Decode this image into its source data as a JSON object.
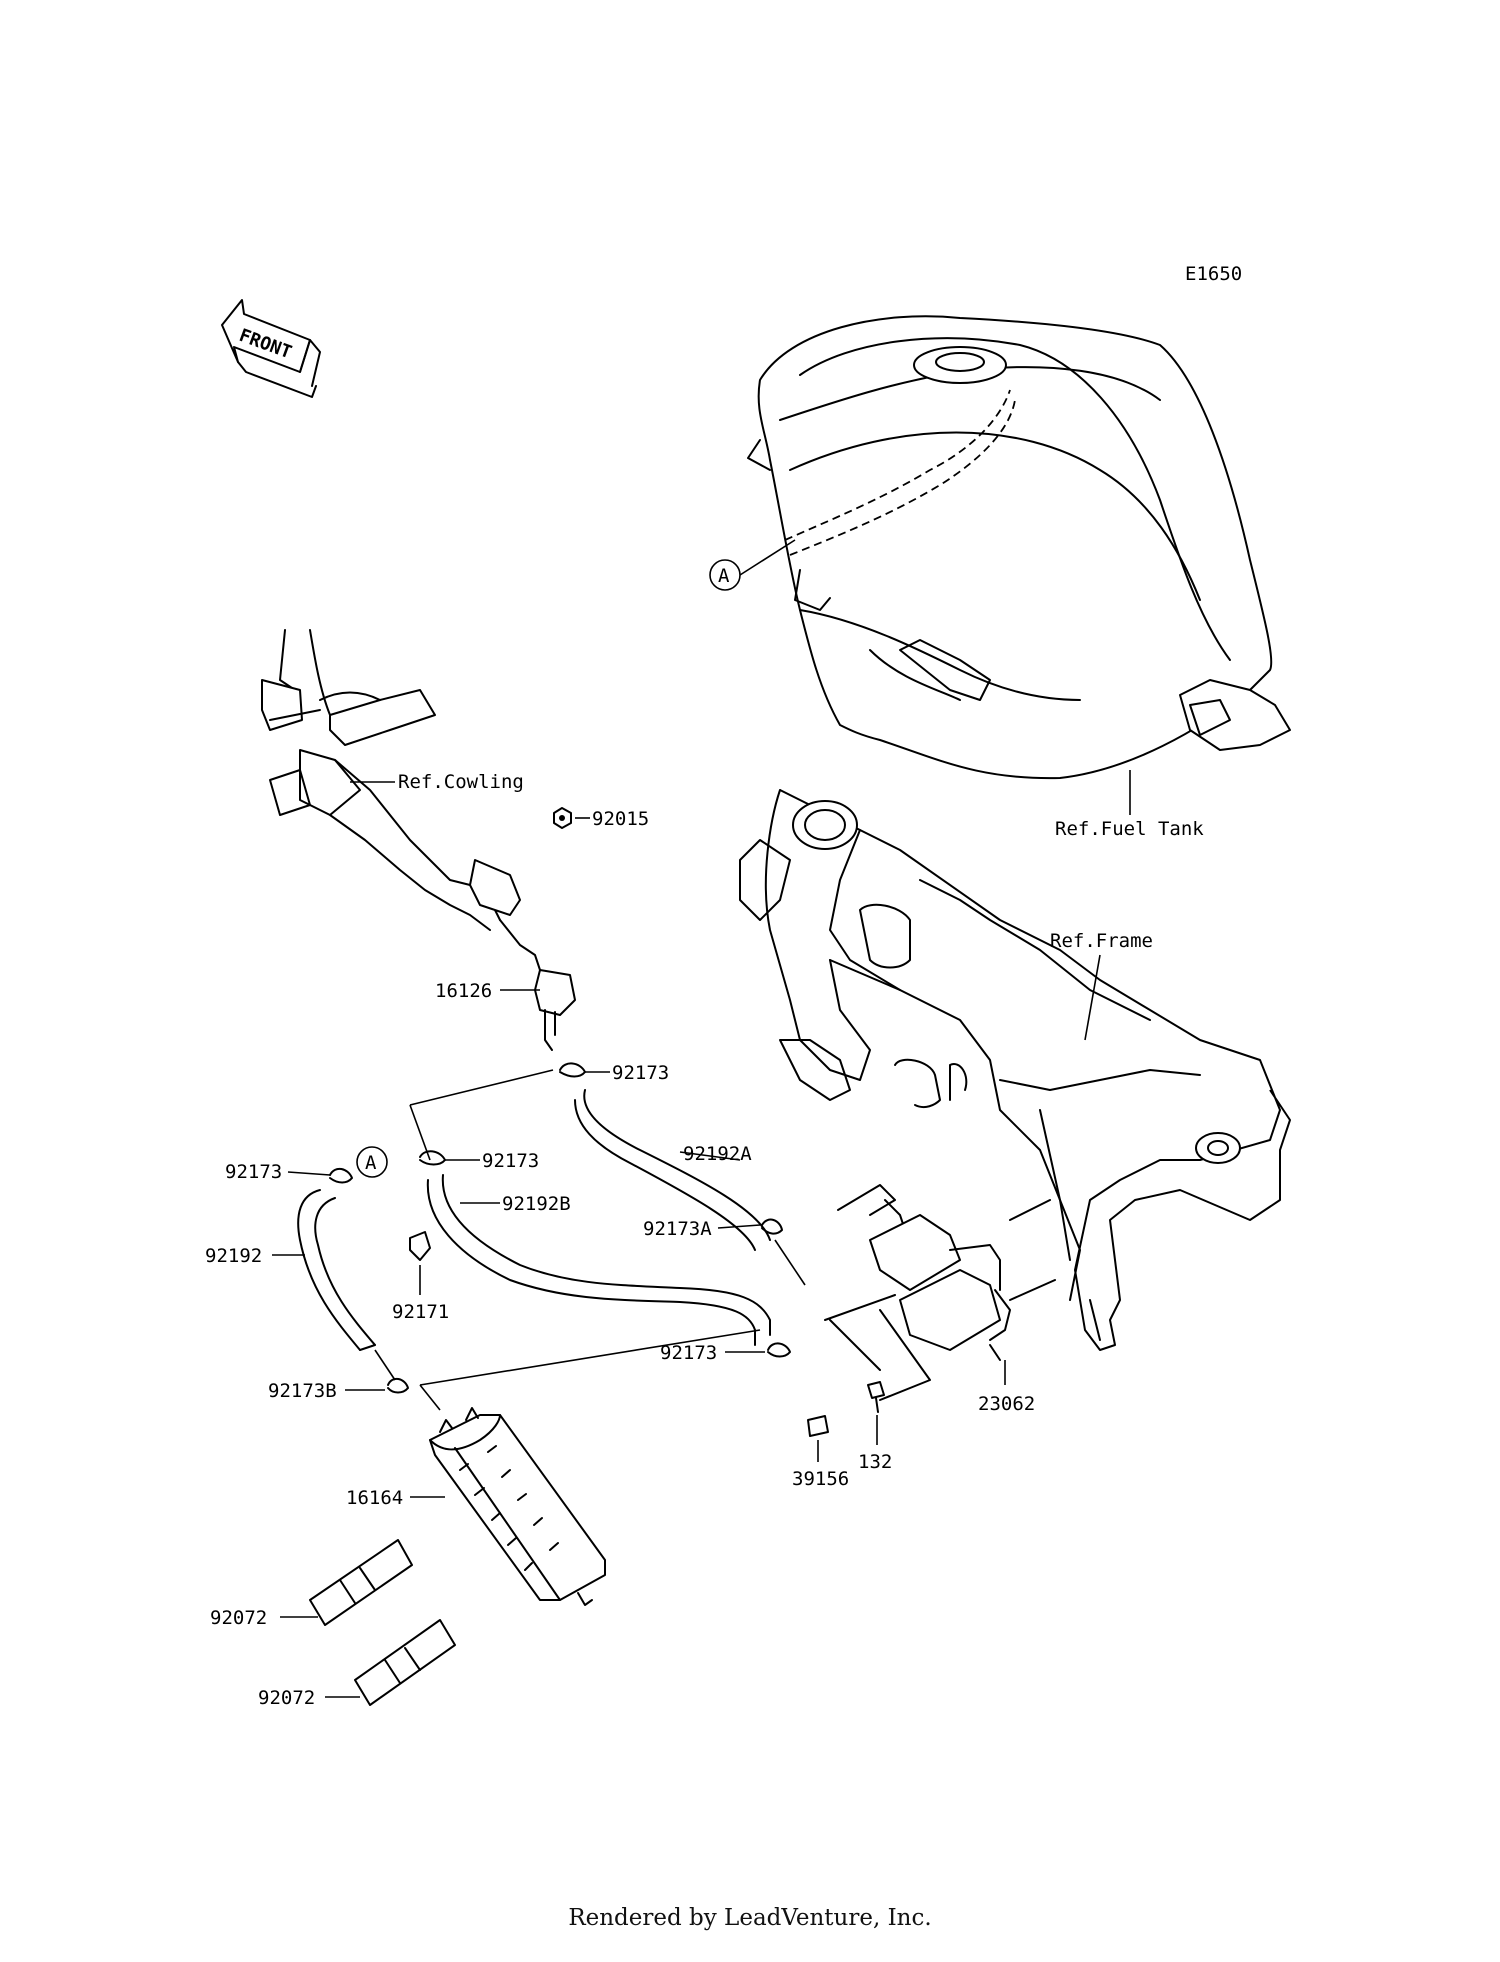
{
  "diagram_id": "E1650",
  "front_arrow_text": "FRONT",
  "labels": {
    "ref_cowling": "Ref.Cowling",
    "ref_fuel_tank": "Ref.Fuel Tank",
    "ref_frame": "Ref.Frame",
    "p92015": "92015",
    "p16126": "16126",
    "p92173_top": "92173",
    "p92173_mid": "92173",
    "p92173_left": "92173",
    "p92192A": "92192A",
    "p92192B": "92192B",
    "p92192": "92192",
    "p92171": "92171",
    "p92173A": "92173A",
    "p92173_low": "92173",
    "p92173B": "92173B",
    "p16164": "16164",
    "p92072_a": "92072",
    "p92072_b": "92072",
    "p23062": "23062",
    "p39156": "39156",
    "p132": "132"
  },
  "callout_a": "A",
  "footer": "Rendered by LeadVenture, Inc."
}
